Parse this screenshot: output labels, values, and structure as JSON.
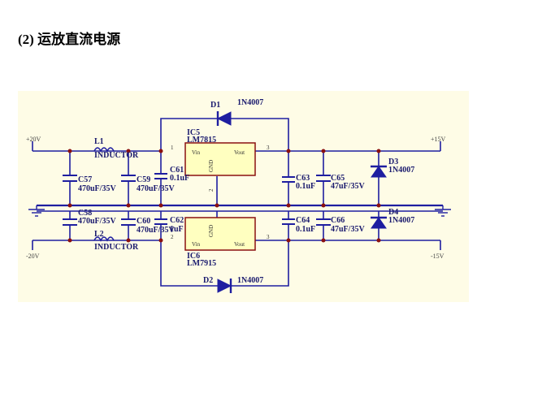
{
  "heading": {
    "number": "(2)",
    "title": "运放直流电源"
  },
  "rails": {
    "in_pos": "+20V",
    "in_neg": "-20V",
    "out_pos": "+15V",
    "out_neg": "-15V"
  },
  "inductors": [
    {
      "ref": "L1",
      "type": "INDUCTOR"
    },
    {
      "ref": "L2",
      "type": "INDUCTOR"
    }
  ],
  "capacitors": [
    {
      "ref": "C57",
      "value": "470uF/35V"
    },
    {
      "ref": "C58",
      "value": "470uF/35V"
    },
    {
      "ref": "C59",
      "value": "470uF/35V"
    },
    {
      "ref": "C60",
      "value": "470uF/35V"
    },
    {
      "ref": "C61",
      "value": "0.1uF"
    },
    {
      "ref": "C62",
      "value": "1uF"
    },
    {
      "ref": "C63",
      "value": "0.1uF"
    },
    {
      "ref": "C64",
      "value": "0.1uF"
    },
    {
      "ref": "C65",
      "value": "47uF/35V"
    },
    {
      "ref": "C66",
      "value": "47uF/35V"
    }
  ],
  "regulators": [
    {
      "ref": "IC5",
      "part": "LM7815",
      "pin_in": "Vin",
      "pin_out": "Vout",
      "pin_gnd": "GND",
      "num_in": "1",
      "num_out": "3",
      "num_gnd": "2"
    },
    {
      "ref": "IC6",
      "part": "LM7915",
      "pin_in": "Vin",
      "pin_out": "Vout",
      "pin_gnd": "GND",
      "num_in": "2",
      "num_out": "3"
    }
  ],
  "diodes": [
    {
      "ref": "D1",
      "part": "1N4007"
    },
    {
      "ref": "D2",
      "part": "1N4007"
    },
    {
      "ref": "D3",
      "part": "1N4007"
    },
    {
      "ref": "D4",
      "part": "1N4007"
    }
  ]
}
